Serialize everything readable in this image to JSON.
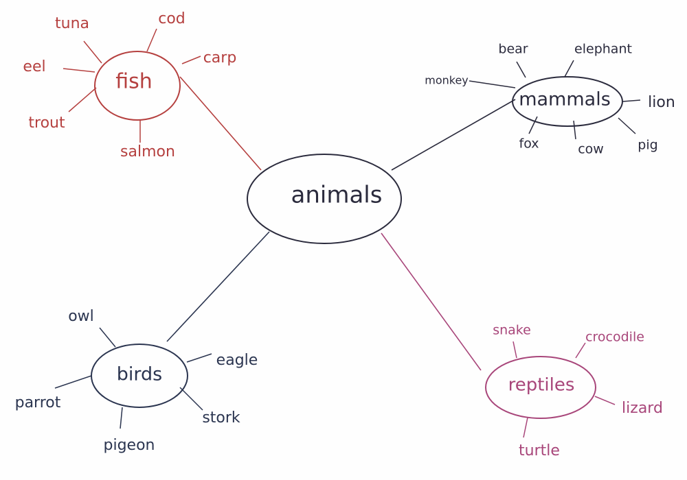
{
  "diagram": {
    "root": {
      "label": "animals",
      "color": "#2b2b3d"
    },
    "categories": {
      "fish": {
        "label": "fish",
        "color": "#b5403f",
        "items": [
          "tuna",
          "cod",
          "carp",
          "eel",
          "trout",
          "salmon"
        ]
      },
      "mammals": {
        "label": "mammals",
        "color": "#2b2b3d",
        "items": [
          "bear",
          "elephant",
          "monkey",
          "lion",
          "fox",
          "cow",
          "pig"
        ]
      },
      "birds": {
        "label": "birds",
        "color": "#2b3550",
        "items": [
          "owl",
          "eagle",
          "parrot",
          "stork",
          "pigeon"
        ]
      },
      "reptiles": {
        "label": "reptiles",
        "color": "#a8467a",
        "items": [
          "snake",
          "crocodile",
          "lizard",
          "turtle"
        ]
      }
    }
  }
}
